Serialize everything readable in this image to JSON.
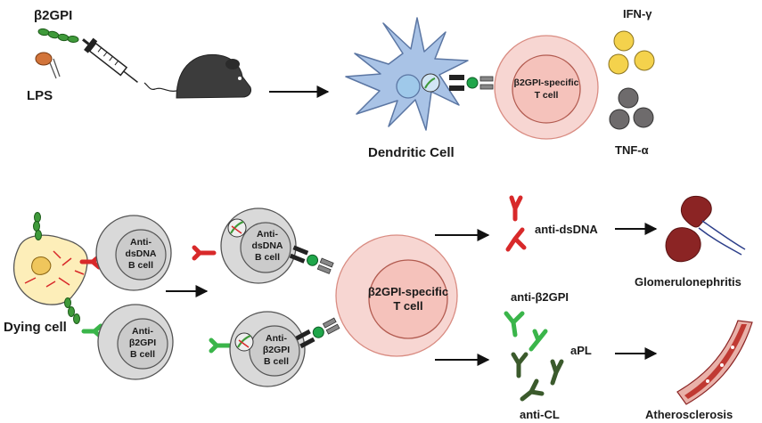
{
  "labels": {
    "b2gpi_top": "β2GPI",
    "lps": "LPS",
    "ifn": "IFN-γ",
    "tnf": "TNF-α",
    "dendritic": "Dendritic Cell",
    "dying": "Dying cell",
    "anti_dsdna": "anti-dsDNA",
    "anti_b2gpi": "anti-β2GPI",
    "apl": "aPL",
    "anti_cl": "anti-CL",
    "glomerulonephritis": "Glomerulonephritis",
    "atherosclerosis": "Atherosclerosis"
  },
  "tcell_top": [
    "β2GPI-specific",
    "T cell"
  ],
  "tcell_bottom": [
    "β2GPI-specific",
    "T cell"
  ],
  "bcell_dsdna_left": [
    "Anti-",
    "dsDNA",
    "B cell"
  ],
  "bcell_b2gpi_left": [
    "Anti-",
    "β2GPI",
    "B cell"
  ],
  "bcell_dsdna_mid": [
    "Anti-",
    "dsDNA",
    "B cell"
  ],
  "bcell_b2gpi_mid": [
    "Anti-",
    "β2GPI",
    "B cell"
  ],
  "colors": {
    "b2gpi_green": "#3f9a3a",
    "dendritic_blue": "#a9c3e6",
    "tcell_pink": "#f7d6d2",
    "bcell_gray": "#d9d9d9",
    "ifn_yellow": "#f4d24c",
    "tnf_gray": "#6e6b6c",
    "anti_dsdna_red": "#d8292a",
    "anti_b2gpi_green": "#3ab54a",
    "anti_cl_darkgreen": "#3b5a2c",
    "kidney_red": "#8b2424"
  }
}
